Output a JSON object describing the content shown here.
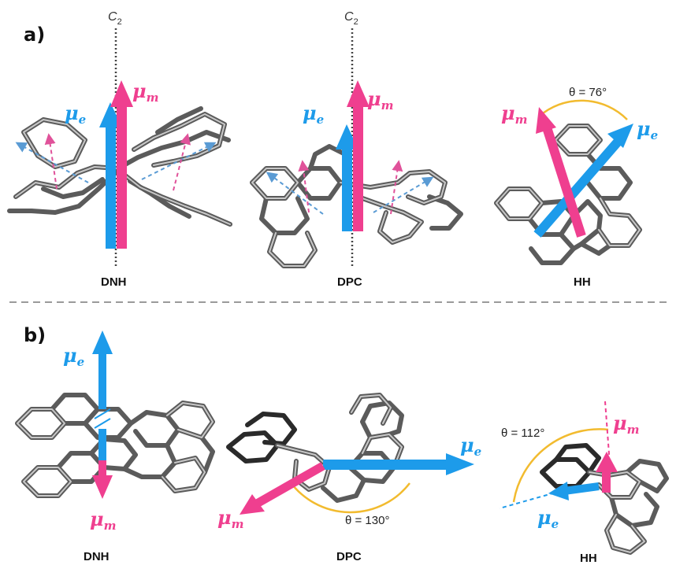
{
  "colors": {
    "electric": "#1d9bea",
    "magnetic": "#ef3f8f",
    "angle_arc": "#f2bb2f",
    "axis": "#444444",
    "divider": "#9a9a9a"
  },
  "panel_a": {
    "label": "a)",
    "axis_symbol": "C",
    "axis_subscript": "2",
    "molecules": [
      {
        "name": "DNH"
      },
      {
        "name": "DPC"
      },
      {
        "name": "HH",
        "angle": "θ = 76°"
      }
    ]
  },
  "panel_b": {
    "label": "b)",
    "molecules": [
      {
        "name": "DNH"
      },
      {
        "name": "DPC",
        "angle": "θ = 130°"
      },
      {
        "name": "HH",
        "angle": "θ = 112°"
      }
    ]
  },
  "vectors": {
    "mu": "μ",
    "electric_sub": "e",
    "magnetic_sub": "m"
  }
}
